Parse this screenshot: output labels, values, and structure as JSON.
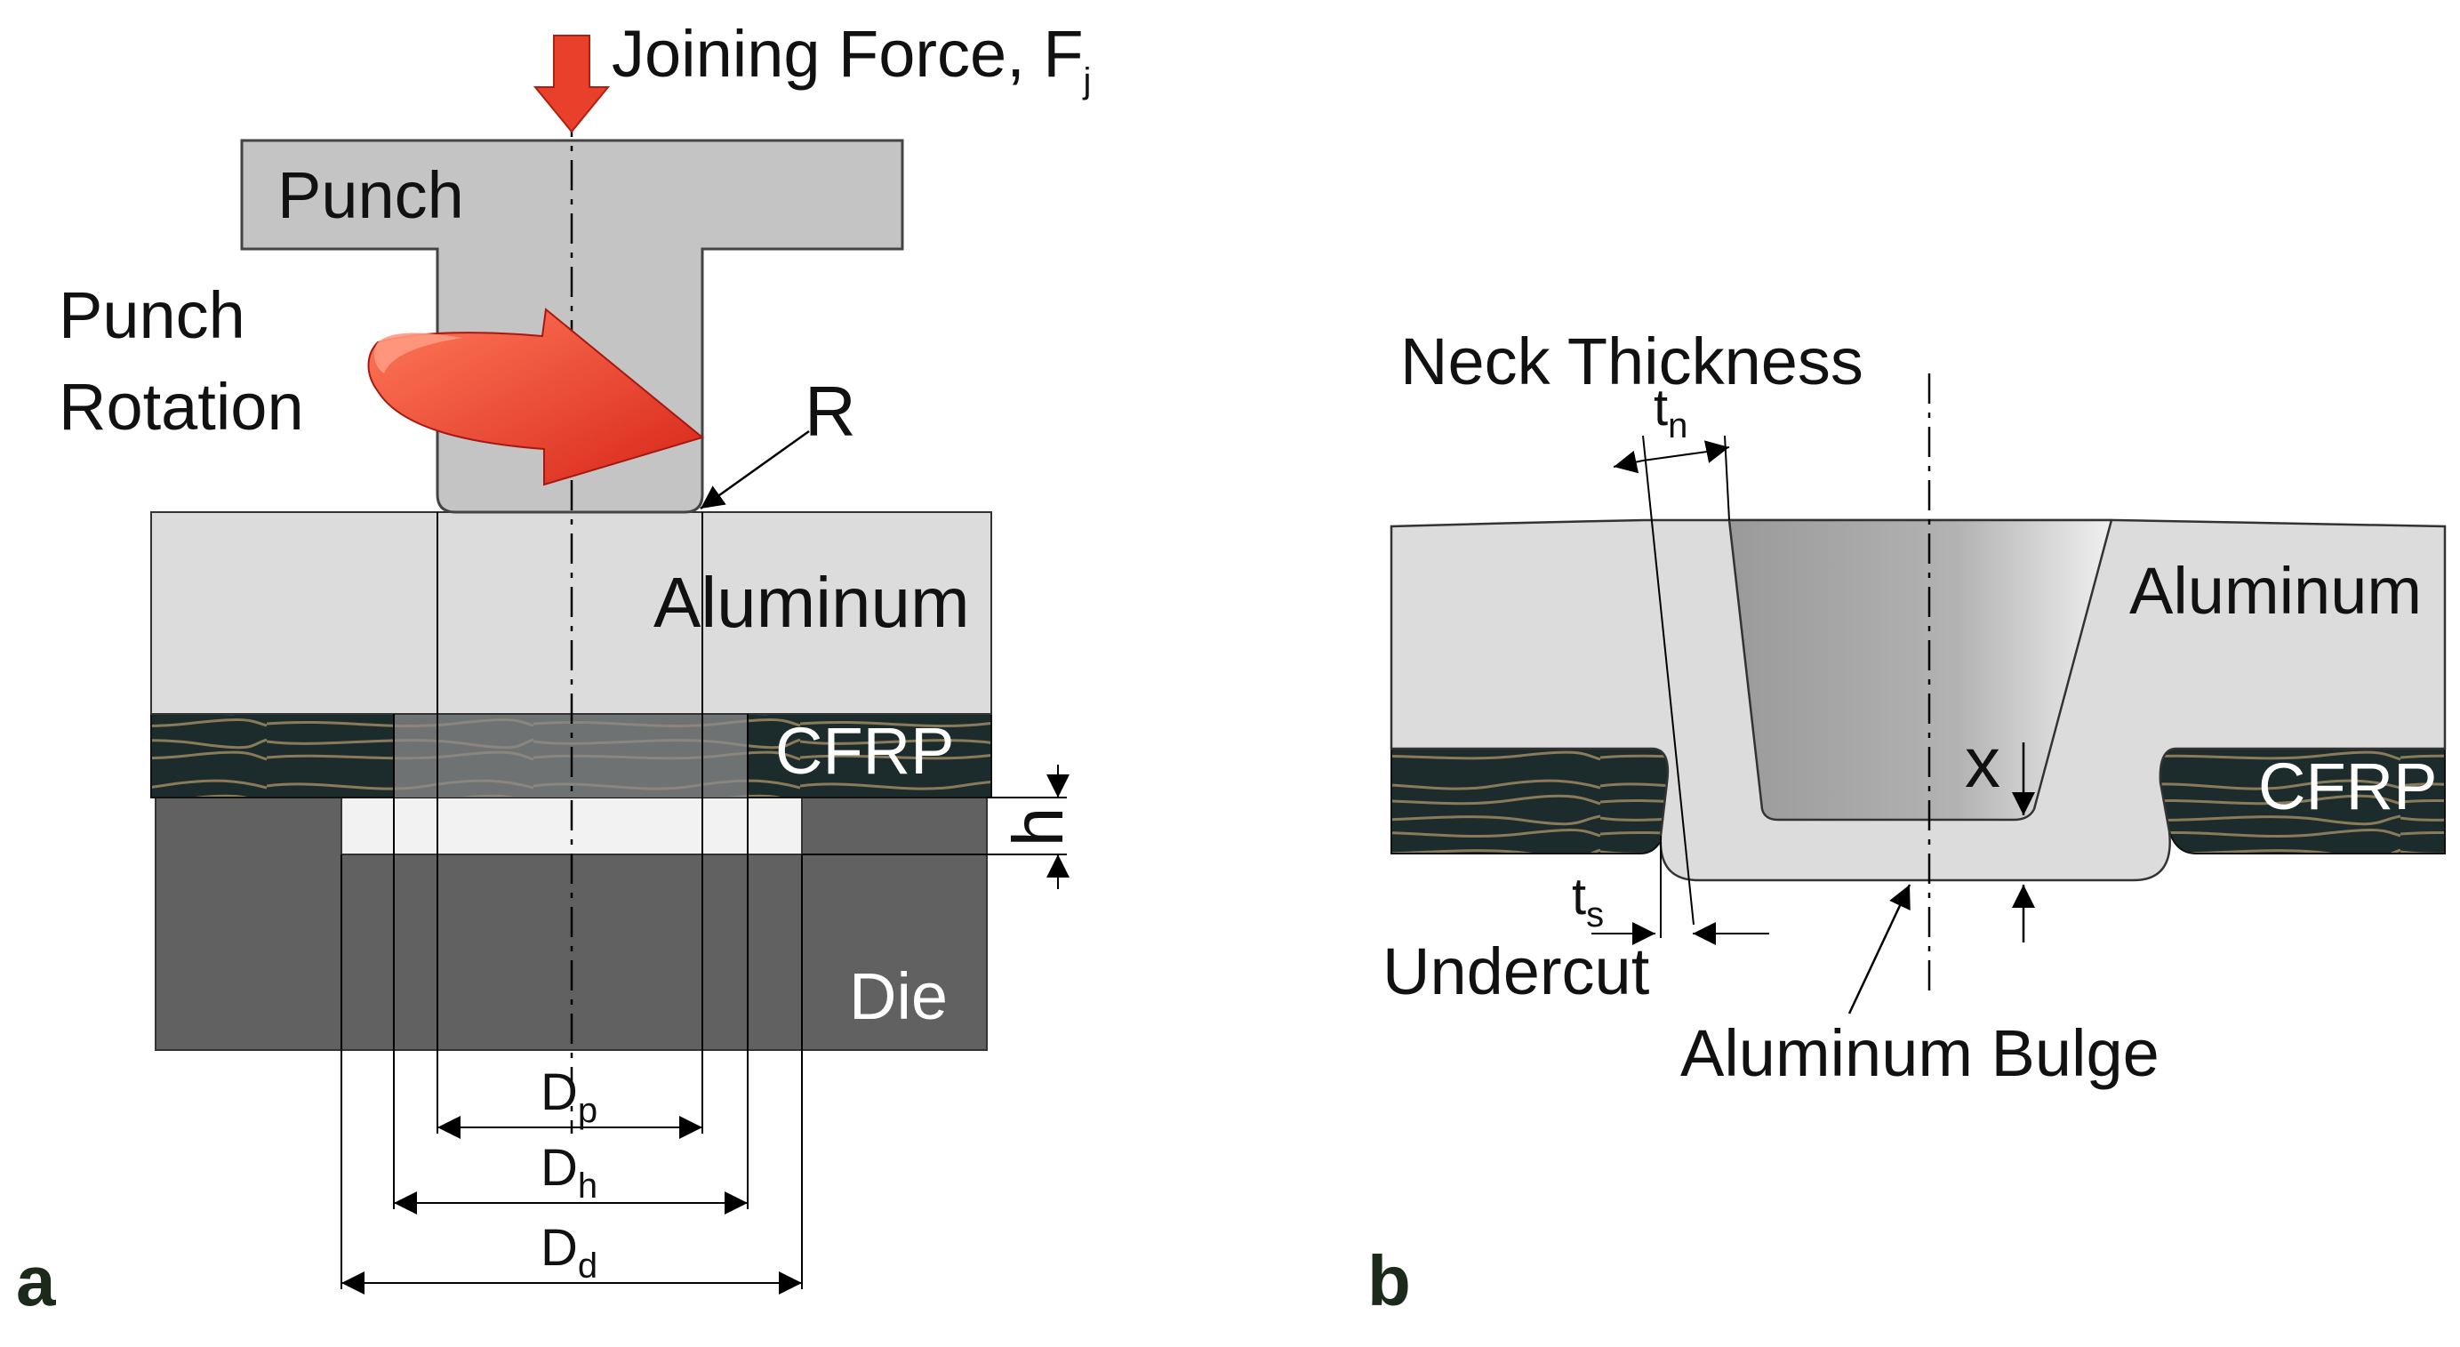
{
  "panel_a": {
    "panel_label": "a",
    "force_label": "Joining Force, F",
    "force_sub": "j",
    "punch_label": "Punch",
    "rotation_label_1": "Punch",
    "rotation_label_2": "Rotation",
    "radius_label": "R",
    "aluminum_label": "Aluminum",
    "cfrp_label": "CFRP",
    "die_label": "Die",
    "depth_label": "h",
    "dims": [
      {
        "main": "D",
        "sub": "p"
      },
      {
        "main": "D",
        "sub": "h"
      },
      {
        "main": "D",
        "sub": "d"
      }
    ]
  },
  "panel_b": {
    "panel_label": "b",
    "neck_label": "Neck Thickness",
    "neck_sym": {
      "main": "t",
      "sub": "n"
    },
    "aluminum_label": "Aluminum",
    "cfrp_label": "CFRP",
    "x_label": "x",
    "undercut_sym": {
      "main": "t",
      "sub": "s"
    },
    "undercut_label": "Undercut",
    "bulge_label": "Aluminum Bulge"
  },
  "colors": {
    "punch": "#c4c4c4",
    "aluminum": "#dcdcdc",
    "cfrp": "#1c2c2c",
    "cfrp_fiber": "#8a7a5a",
    "die": "#616161",
    "arrow_force": "#e8402a",
    "arrow_rotation": "#e83c28"
  }
}
